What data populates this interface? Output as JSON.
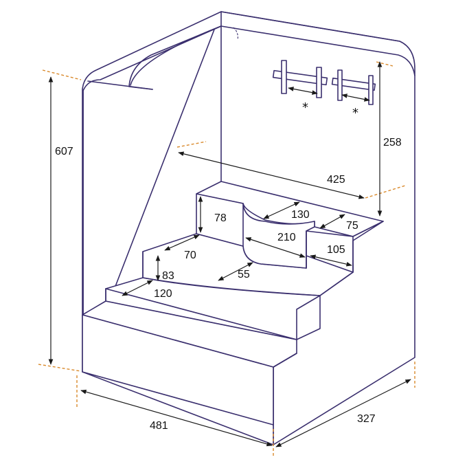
{
  "colors": {
    "outline": "#3a2f6e",
    "dimension": "#1a1a1a",
    "extension": "#d9892b"
  },
  "dimensions": {
    "total_height": "607",
    "width": "481",
    "depth": "327",
    "back_height": "258",
    "inner_width": "425",
    "step1_height": "78",
    "step2_height": "83",
    "curve_width": "130",
    "top_right_depth": "75",
    "curve_depth": "210",
    "right_block_depth": "105",
    "step_depth_70": "70",
    "curve_offset": "55",
    "step_depth_120": "120"
  },
  "rack_markers": [
    "*",
    "*"
  ]
}
